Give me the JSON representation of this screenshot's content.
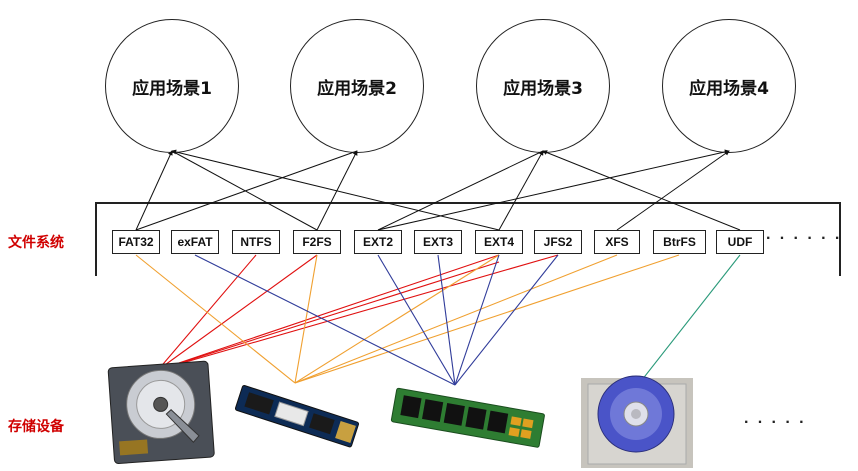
{
  "scenarios": [
    "应用场景1",
    "应用场景2",
    "应用场景3",
    "应用场景4"
  ],
  "file_systems": [
    "FAT32",
    "exFAT",
    "NTFS",
    "F2FS",
    "EXT2",
    "EXT3",
    "EXT4",
    "JFS2",
    "XFS",
    "BtrFS",
    "UDF"
  ],
  "labels": {
    "file_system": "文件系统",
    "storage_device": "存储设备",
    "fs_more": "· · · · · ·",
    "device_more": "· · · · ·"
  },
  "devices": [
    "hard-disk-drive",
    "m2-ssd-stick",
    "green-ssd-module",
    "optical-disc"
  ],
  "colors": {
    "hdd_link": "#e01010",
    "ssd_link": "#f0a030",
    "module_link": "#303c9a",
    "optical_link": "#2a9a7a",
    "scene_link": "#111111",
    "side_label": "#d00000"
  }
}
